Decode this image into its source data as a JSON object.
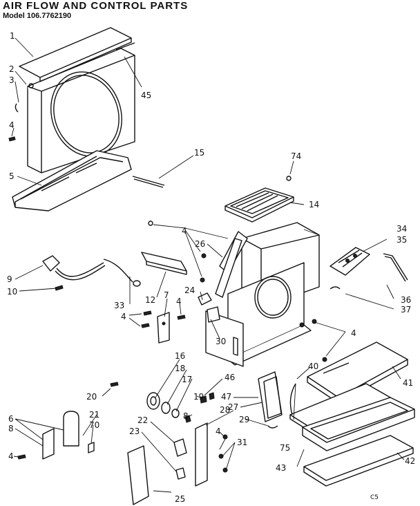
{
  "header": {
    "title": "AIR FLOW AND CONTROL PARTS",
    "model": "Model 106.7762190"
  },
  "footer": {
    "code": "C5"
  },
  "part_labels": [
    {
      "id": "p1",
      "text": "1"
    },
    {
      "id": "p2",
      "text": "2"
    },
    {
      "id": "p3",
      "text": "3"
    },
    {
      "id": "p4a",
      "text": "4"
    },
    {
      "id": "p45",
      "text": "45"
    },
    {
      "id": "p5",
      "text": "5"
    },
    {
      "id": "p15",
      "text": "15"
    },
    {
      "id": "p74",
      "text": "74"
    },
    {
      "id": "p14",
      "text": "14"
    },
    {
      "id": "p4b",
      "text": "4"
    },
    {
      "id": "p34",
      "text": "34"
    },
    {
      "id": "p35",
      "text": "35"
    },
    {
      "id": "p26",
      "text": "26"
    },
    {
      "id": "p9",
      "text": "9"
    },
    {
      "id": "p10",
      "text": "10"
    },
    {
      "id": "p33",
      "text": "33"
    },
    {
      "id": "p12",
      "text": "12"
    },
    {
      "id": "p24",
      "text": "24"
    },
    {
      "id": "p7",
      "text": "7"
    },
    {
      "id": "p4c",
      "text": "4"
    },
    {
      "id": "p4d",
      "text": "4"
    },
    {
      "id": "p30",
      "text": "30"
    },
    {
      "id": "p36",
      "text": "36"
    },
    {
      "id": "p37",
      "text": "37"
    },
    {
      "id": "p4e",
      "text": "4"
    },
    {
      "id": "p40",
      "text": "40"
    },
    {
      "id": "p41",
      "text": "41"
    },
    {
      "id": "p16",
      "text": "16"
    },
    {
      "id": "p18",
      "text": "18"
    },
    {
      "id": "p17",
      "text": "17"
    },
    {
      "id": "p46",
      "text": "46"
    },
    {
      "id": "p47",
      "text": "47"
    },
    {
      "id": "p27",
      "text": "27"
    },
    {
      "id": "p20",
      "text": "20"
    },
    {
      "id": "p19",
      "text": "19"
    },
    {
      "id": "p8a",
      "text": "8"
    },
    {
      "id": "p28",
      "text": "28"
    },
    {
      "id": "p4f",
      "text": "4"
    },
    {
      "id": "p29",
      "text": "29"
    },
    {
      "id": "p6",
      "text": "6"
    },
    {
      "id": "p8b",
      "text": "8"
    },
    {
      "id": "p21",
      "text": "21"
    },
    {
      "id": "p70",
      "text": "70"
    },
    {
      "id": "p22",
      "text": "22"
    },
    {
      "id": "p31",
      "text": "31"
    },
    {
      "id": "p4g",
      "text": "4"
    },
    {
      "id": "p23",
      "text": "23"
    },
    {
      "id": "p75",
      "text": "75"
    },
    {
      "id": "p43",
      "text": "43"
    },
    {
      "id": "p42",
      "text": "42"
    },
    {
      "id": "p25",
      "text": "25"
    }
  ]
}
